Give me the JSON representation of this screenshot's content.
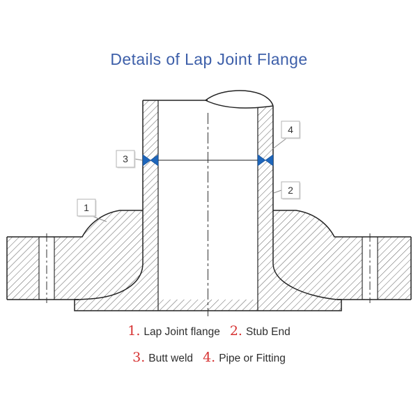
{
  "title": "Details of Lap Joint Flange",
  "colors": {
    "title_blue": "#3d5fa9",
    "number_red": "#d63232",
    "weld_blue": "#1e66bb",
    "line_dark": "#222222"
  },
  "callouts": {
    "flange": "1",
    "stub_end": "2",
    "butt_weld": "3",
    "pipe": "4"
  },
  "legend": {
    "line1": [
      {
        "num": "1.",
        "label": "Lap Joint flange"
      },
      {
        "num": "2.",
        "label": "Stub End"
      }
    ],
    "line2": [
      {
        "num": "3.",
        "label": "Butt weld"
      },
      {
        "num": "4.",
        "label": "Pipe or Fitting"
      }
    ]
  }
}
